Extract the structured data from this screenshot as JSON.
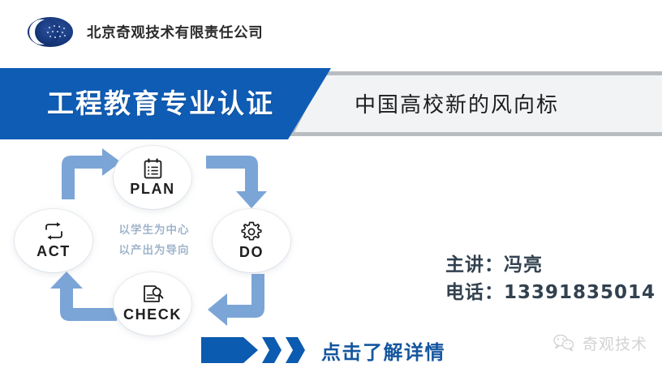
{
  "header": {
    "logo_icon": "company-globe-logo",
    "company_name": "北京奇观技术有限责任公司"
  },
  "banner": {
    "title": "工程教育专业认证",
    "subtitle": "中国高校新的风向标",
    "blue_hex": "#0f5cb5",
    "gray_hex": "#f2f3f5"
  },
  "pdca": {
    "nodes": [
      {
        "id": "plan",
        "label": "PLAN",
        "icon": "clipboard-icon"
      },
      {
        "id": "do",
        "label": "DO",
        "icon": "gear-icon"
      },
      {
        "id": "check",
        "label": "CHECK",
        "icon": "document-search-icon"
      },
      {
        "id": "act",
        "label": "ACT",
        "icon": "loop-arrows-icon"
      }
    ],
    "center_lines": [
      "以学生为中心",
      "以产出为导向"
    ],
    "arrow_hex": "#7ba5d6",
    "arrows": [
      {
        "id": "act-to-plan",
        "icon": "elbow-arrow-up-right-icon"
      },
      {
        "id": "plan-to-do",
        "icon": "elbow-arrow-right-down-icon"
      },
      {
        "id": "do-to-check",
        "icon": "elbow-arrow-down-left-icon"
      },
      {
        "id": "check-to-act",
        "icon": "elbow-arrow-left-up-icon"
      }
    ]
  },
  "speaker": {
    "presenter_label": "主讲：冯亮",
    "phone_label": "电话：13391835014"
  },
  "cta": {
    "text": "点击了解详情",
    "arrow_icon": "chevron-right-icon",
    "color_hex": "#15569f"
  },
  "watermark": {
    "icon": "wechat-icon",
    "text": "奇观技术"
  }
}
